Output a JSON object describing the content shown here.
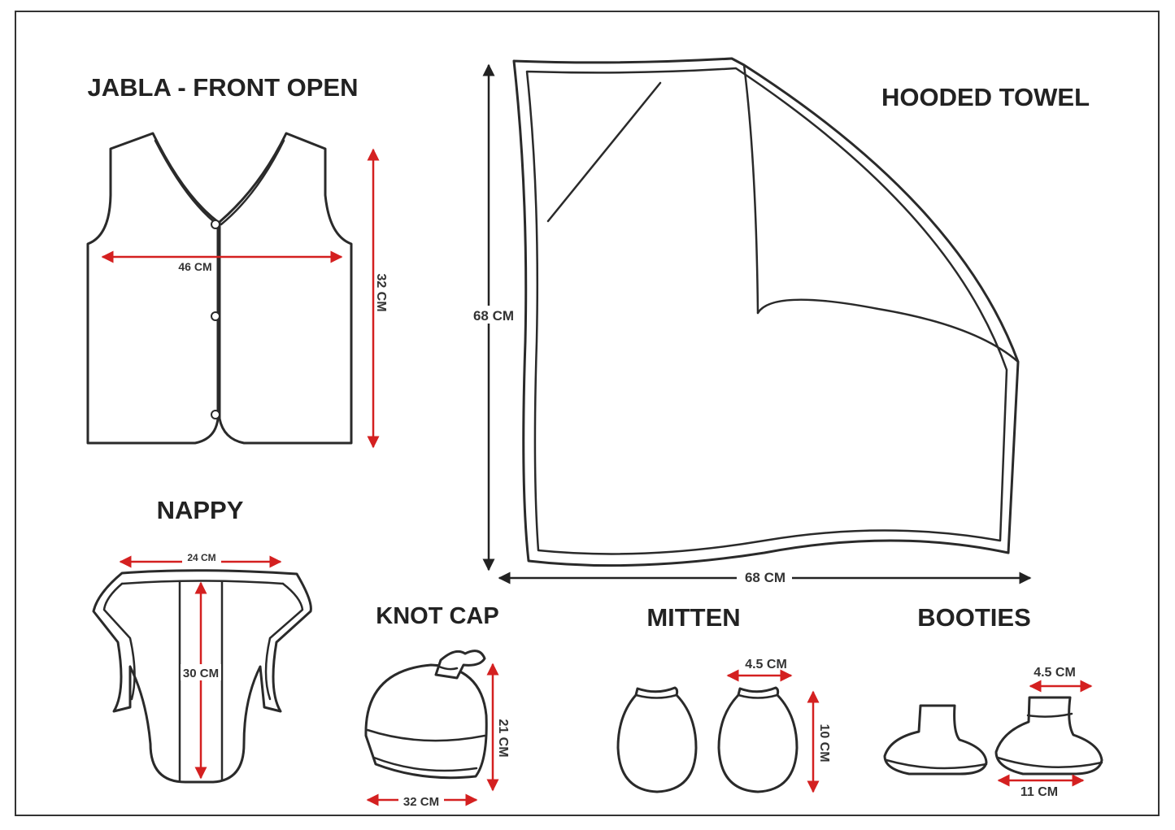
{
  "colors": {
    "dimension_red": "#d42020",
    "outline": "#2a2a2a",
    "text": "#222222",
    "frame": "#333333"
  },
  "items": {
    "jabla": {
      "title": "JABLA - FRONT OPEN",
      "width": "46 CM",
      "height": "32 CM"
    },
    "towel": {
      "title": "HOODED TOWEL",
      "height": "68 CM",
      "width": "68 CM"
    },
    "nappy": {
      "title": "NAPPY",
      "width": "24 CM",
      "length": "30 CM"
    },
    "cap": {
      "title": "KNOT CAP",
      "height": "21 CM",
      "width": "32 CM"
    },
    "mitten": {
      "title": "MITTEN",
      "width": "4.5 CM",
      "height": "10 CM"
    },
    "booties": {
      "title": "BOOTIES",
      "top_width": "4.5 CM",
      "length": "11 CM"
    }
  }
}
